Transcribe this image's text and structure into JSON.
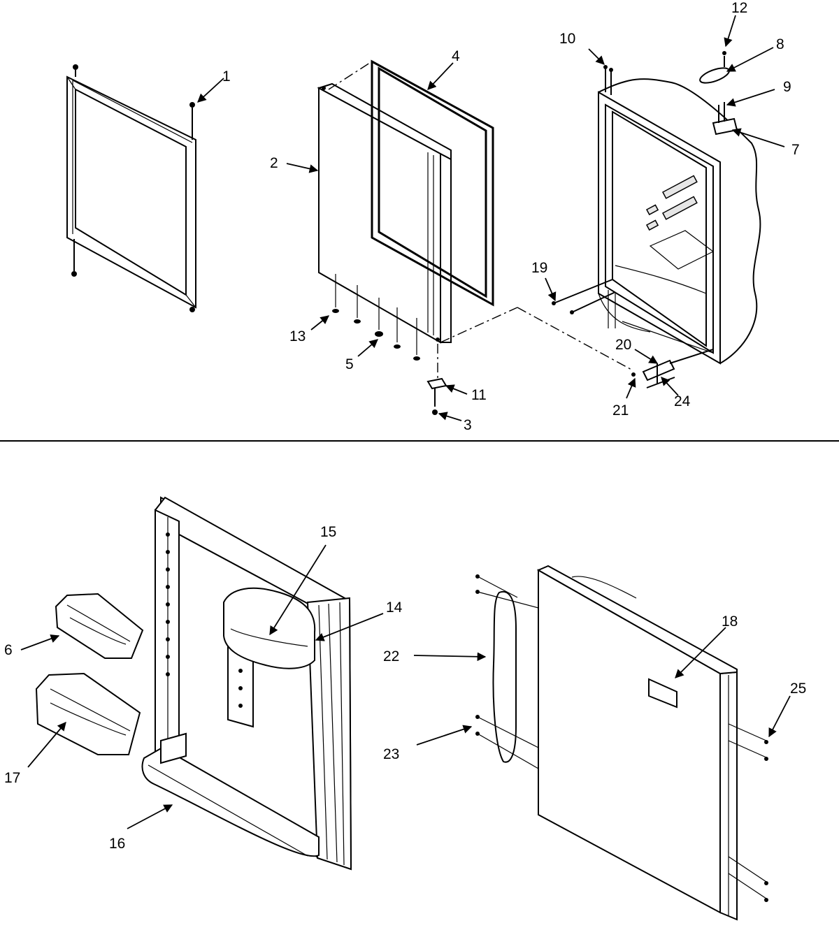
{
  "part_labels": {
    "p1": "1",
    "p2": "2",
    "p3": "3",
    "p4": "4",
    "p5": "5",
    "p6": "6",
    "p7": "7",
    "p8": "8",
    "p9": "9",
    "p10": "10",
    "p11": "11",
    "p12": "12",
    "p13": "13",
    "p14": "14",
    "p15": "15",
    "p16": "16",
    "p17": "17",
    "p18": "18",
    "p19": "19",
    "p20": "20",
    "p21": "21",
    "p22": "22",
    "p23": "23",
    "p24": "24",
    "p25": "25"
  }
}
